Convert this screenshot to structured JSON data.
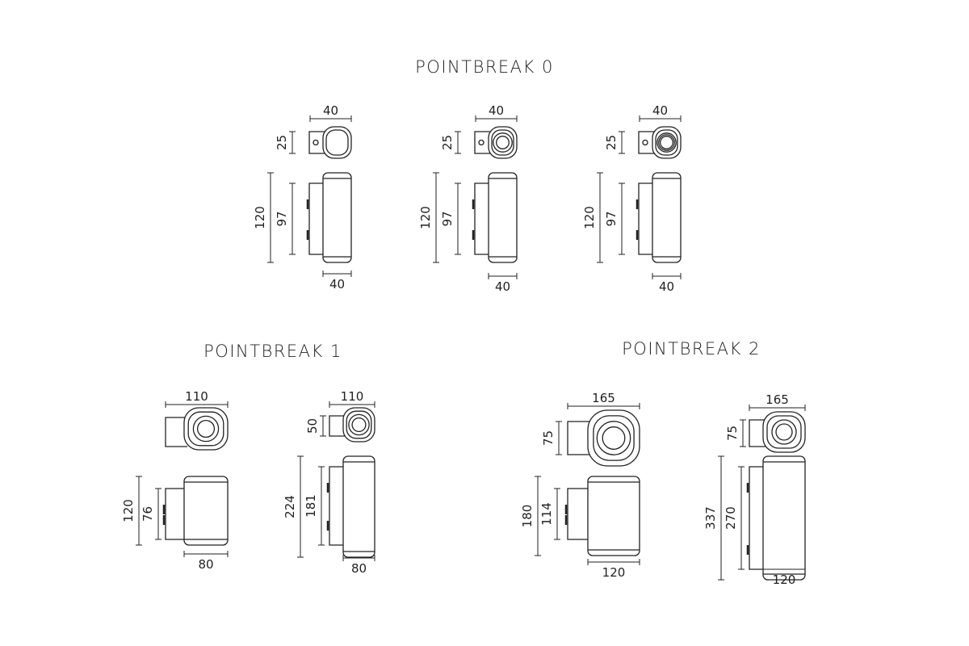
{
  "titles": {
    "pb0": "POINTBREAK 0",
    "pb1": "POINTBREAK 1",
    "pb2": "POINTBREAK 2"
  },
  "products": [
    {
      "group": "pb0",
      "lens": "none",
      "top_width": "40",
      "top_height": "25",
      "total_height": "120",
      "mount_height": "97",
      "depth": "40"
    },
    {
      "group": "pb0",
      "lens": "ring",
      "top_width": "40",
      "top_height": "25",
      "total_height": "120",
      "mount_height": "97",
      "depth": "40"
    },
    {
      "group": "pb0",
      "lens": "double",
      "top_width": "40",
      "top_height": "25",
      "total_height": "120",
      "mount_height": "97",
      "depth": "40"
    },
    {
      "group": "pb1",
      "lens": "ring",
      "top_width": "110",
      "top_height": null,
      "total_height": "120",
      "mount_height": "76",
      "depth": "80"
    },
    {
      "group": "pb1",
      "lens": "ring",
      "top_width": "110",
      "top_height": "50",
      "total_height": "224",
      "mount_height": "181",
      "depth": "80"
    },
    {
      "group": "pb2",
      "lens": "ring",
      "top_width": "165",
      "top_height": "75",
      "total_height": "180",
      "mount_height": "114",
      "depth": "120"
    },
    {
      "group": "pb2",
      "lens": "ring",
      "top_width": "165",
      "top_height": "75",
      "total_height": "337",
      "mount_height": "270",
      "depth": "120"
    }
  ]
}
